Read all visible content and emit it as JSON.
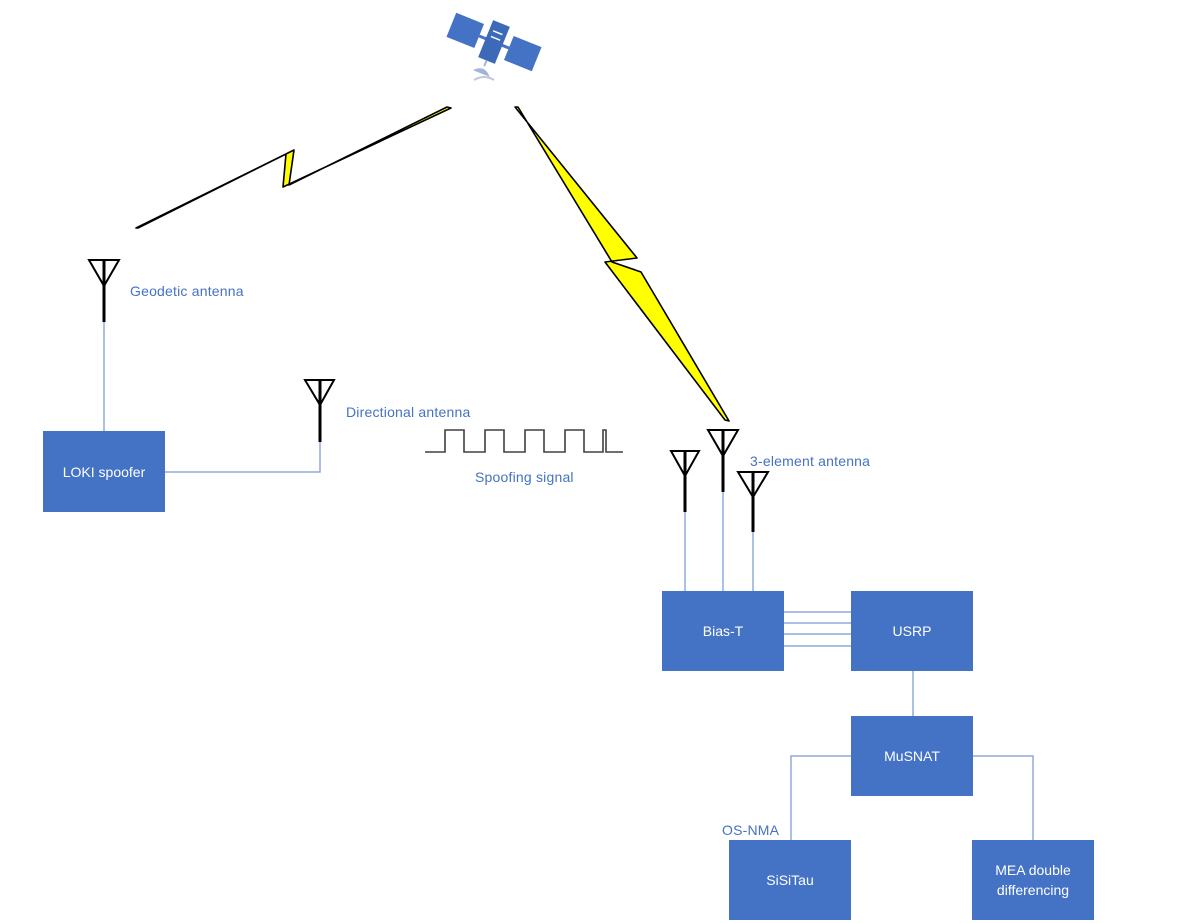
{
  "colors": {
    "box_fill": "#4472c4",
    "box_text": "#ffffff",
    "label_text": "#4472c4",
    "link_line": "#8faadc",
    "signal_bolt": "#ffff00",
    "antenna": "#000000"
  },
  "icons": [
    "satellite-icon",
    "lightning-bolt-icon",
    "antenna-icon",
    "square-wave-icon"
  ],
  "blocks": {
    "loki": "LOKI spoofer",
    "bias_t": "Bias-T",
    "usrp": "USRP",
    "musnat": "MuSNAT",
    "sisitau": "SiSiTau",
    "mea": "MEA double\ndifferencing"
  },
  "labels": {
    "geodetic_antenna": "Geodetic antenna",
    "directional_antenna": "Directional antenna",
    "spoofing_signal": "Spoofing signal",
    "element_antenna": "3-element antenna",
    "os_nma": "OS-NMA"
  }
}
